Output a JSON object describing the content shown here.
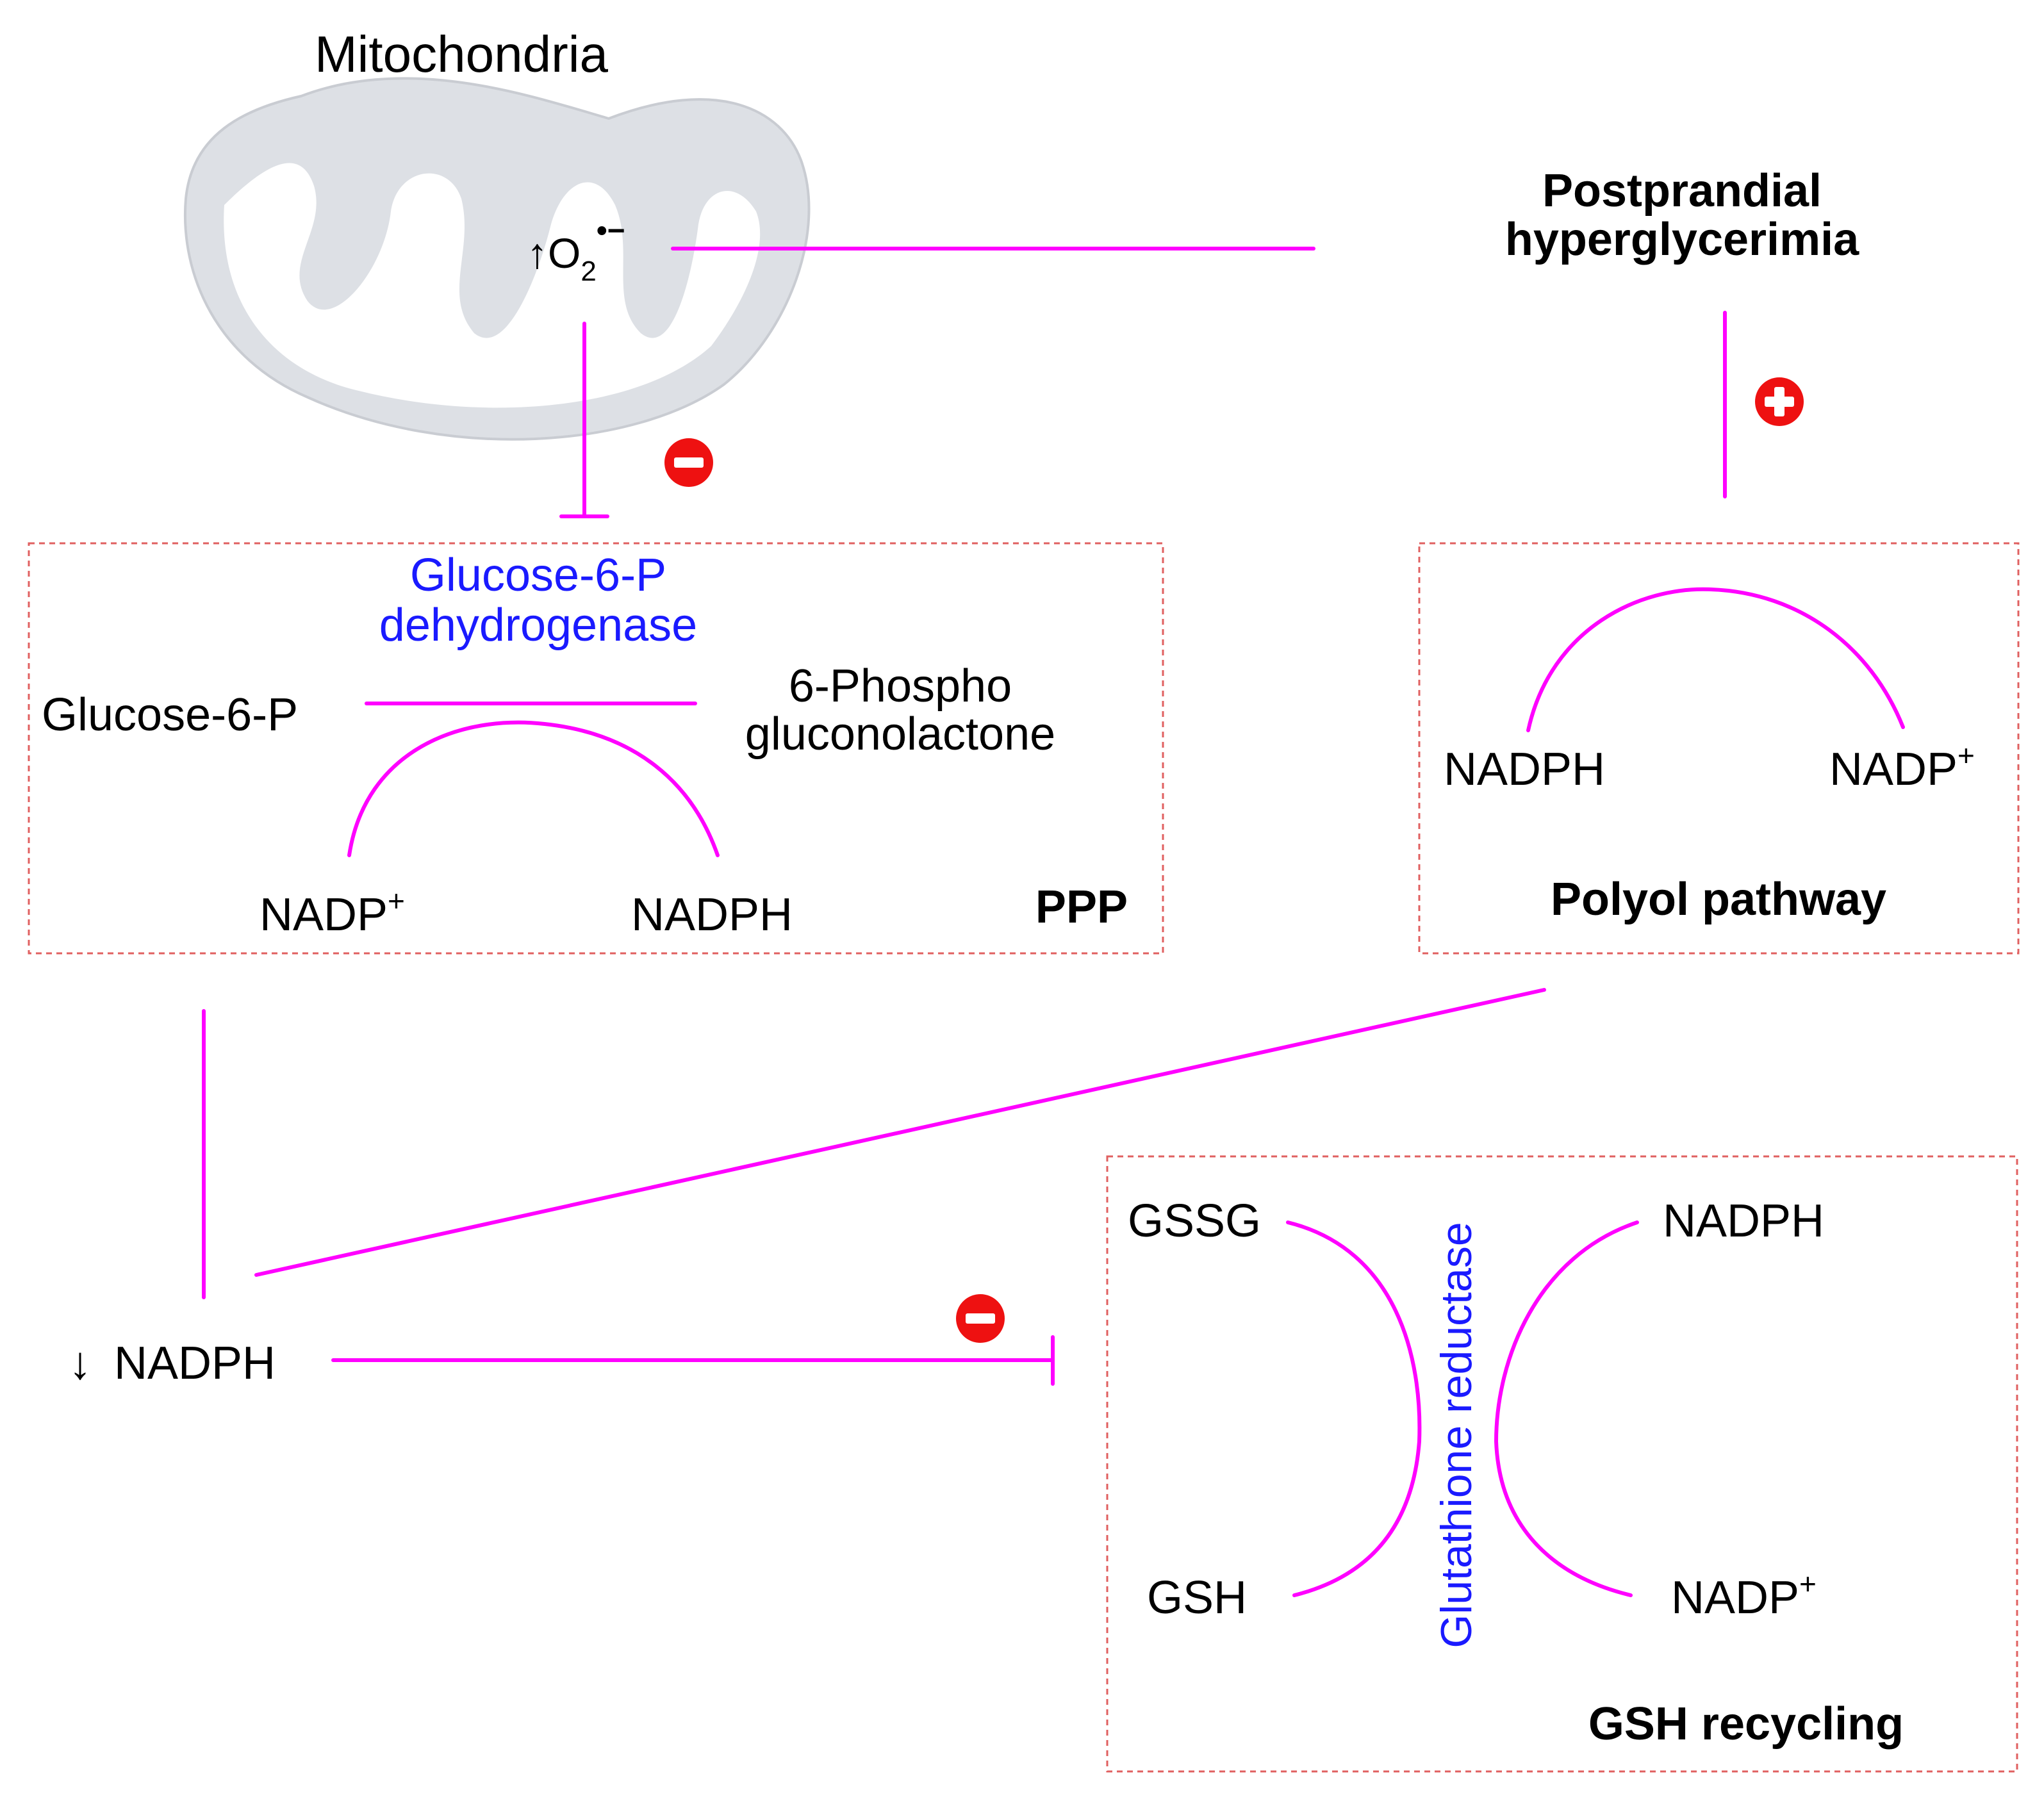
{
  "mitochondria": {
    "title": "Mitochondria",
    "superoxide_prefix": "↑O",
    "superoxide_sub": "2",
    "superoxide_sup": "•−"
  },
  "postprandial": {
    "line1": "Postprandial",
    "line2": "hyperglycerimia"
  },
  "ppp": {
    "enzyme_line1": "Glucose-6-P",
    "enzyme_line2": "dehydrogenase",
    "substrate": "Glucose-6-P",
    "product_line1": "6-Phospho",
    "product_line2": "gluconolactone",
    "cofactor_in": "NADP",
    "cofactor_in_sup": "+",
    "cofactor_out": "NADPH",
    "label": "PPP"
  },
  "polyol": {
    "cofactor_in": "NADPH",
    "cofactor_out": "NADP",
    "cofactor_out_sup": "+",
    "label": "Polyol pathway"
  },
  "nadph_decrease": {
    "arrow": "↓",
    "label": "NADPH"
  },
  "gsh_recycling": {
    "gssg": "GSSG",
    "gsh": "GSH",
    "nadph": "NADPH",
    "nadp": "NADP",
    "nadp_sup": "+",
    "enzyme": "Glutathione reductase",
    "label": "GSH recycling"
  },
  "signs": {
    "minus": "−",
    "plus": "+"
  },
  "colors": {
    "arrow": "#ff00ff",
    "enzyme_text": "#1a1aff",
    "sign_red": "#ee1111",
    "box_border": "#e06060",
    "mitochondria_fill": "#dde0e5"
  }
}
